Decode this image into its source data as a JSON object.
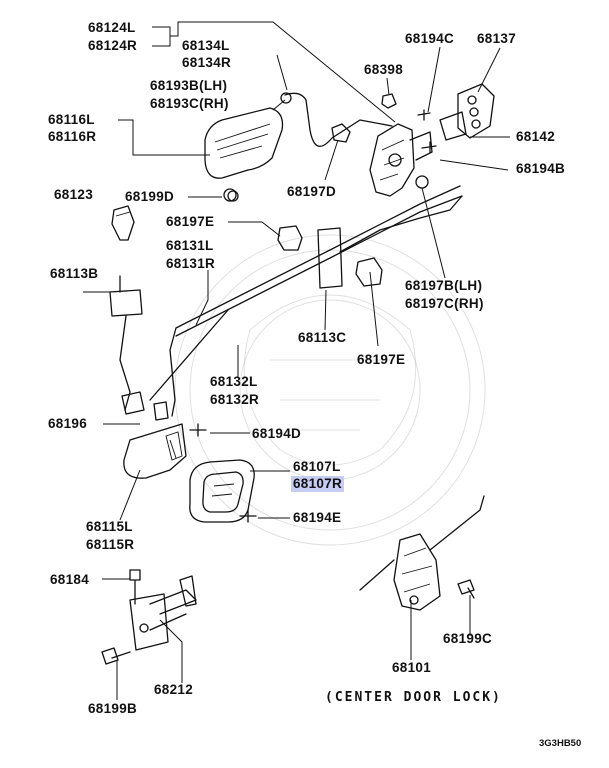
{
  "labels": {
    "l68124L": "68124L",
    "l68124R": "68124R",
    "l68134L": "68134L",
    "l68134R": "68134R",
    "l68194C": "68194C",
    "l68137": "68137",
    "l68398": "68398",
    "l68193B": "68193B(LH)",
    "l68193C": "68193C(RH)",
    "l68116L": "68116L",
    "l68116R": "68116R",
    "l68142": "68142",
    "l68194B": "68194B",
    "l68123": "68123",
    "l68199D": "68199D",
    "l68197D": "68197D",
    "l68197E_top": "68197E",
    "l68131L": "68131L",
    "l68131R": "68131R",
    "l68197B": "68197B(LH)",
    "l68197C": "68197C(RH)",
    "l68113B": "68113B",
    "l68113C": "68113C",
    "l68197E_mid": "68197E",
    "l68132L": "68132L",
    "l68132R": "68132R",
    "l68196": "68196",
    "l68194D": "68194D",
    "l68107L": "68107L",
    "l68107R": "68107R",
    "l68115L": "68115L",
    "l68115R": "68115R",
    "l68194E": "68194E",
    "l68184": "68184",
    "l68199C": "68199C",
    "l68101": "68101",
    "l68212": "68212",
    "l68199B": "68199B"
  },
  "caption": "(CENTER DOOR LOCK)",
  "diagram_code": "3G3HB50",
  "highlight_color": "#c7cdf2"
}
